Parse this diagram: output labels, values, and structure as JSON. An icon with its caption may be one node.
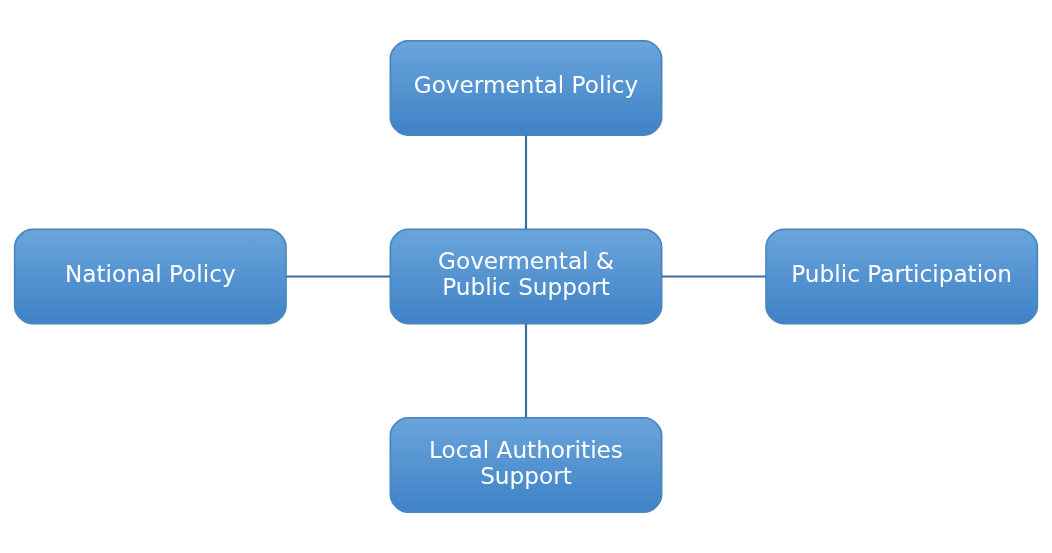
{
  "diagram": {
    "nodes": [
      {
        "text": [
          "Govermental Policy"
        ]
      },
      {
        "text": [
          "National Policy"
        ]
      },
      {
        "text": [
          "Govermental & Public Support"
        ]
      },
      {
        "text": [
          "Public Participation"
        ]
      },
      {
        "text": [
          "Local Authorities Support"
        ]
      }
    ],
    "edges": [
      {
        "from": 0,
        "to": 2,
        "arrow": "none"
      },
      {
        "from": 1,
        "to": 2,
        "arrow": "none"
      },
      {
        "from": 2,
        "to": 3,
        "arrow": "none"
      },
      {
        "from": 2,
        "to": 4,
        "arrow": "none"
      }
    ]
  }
}
